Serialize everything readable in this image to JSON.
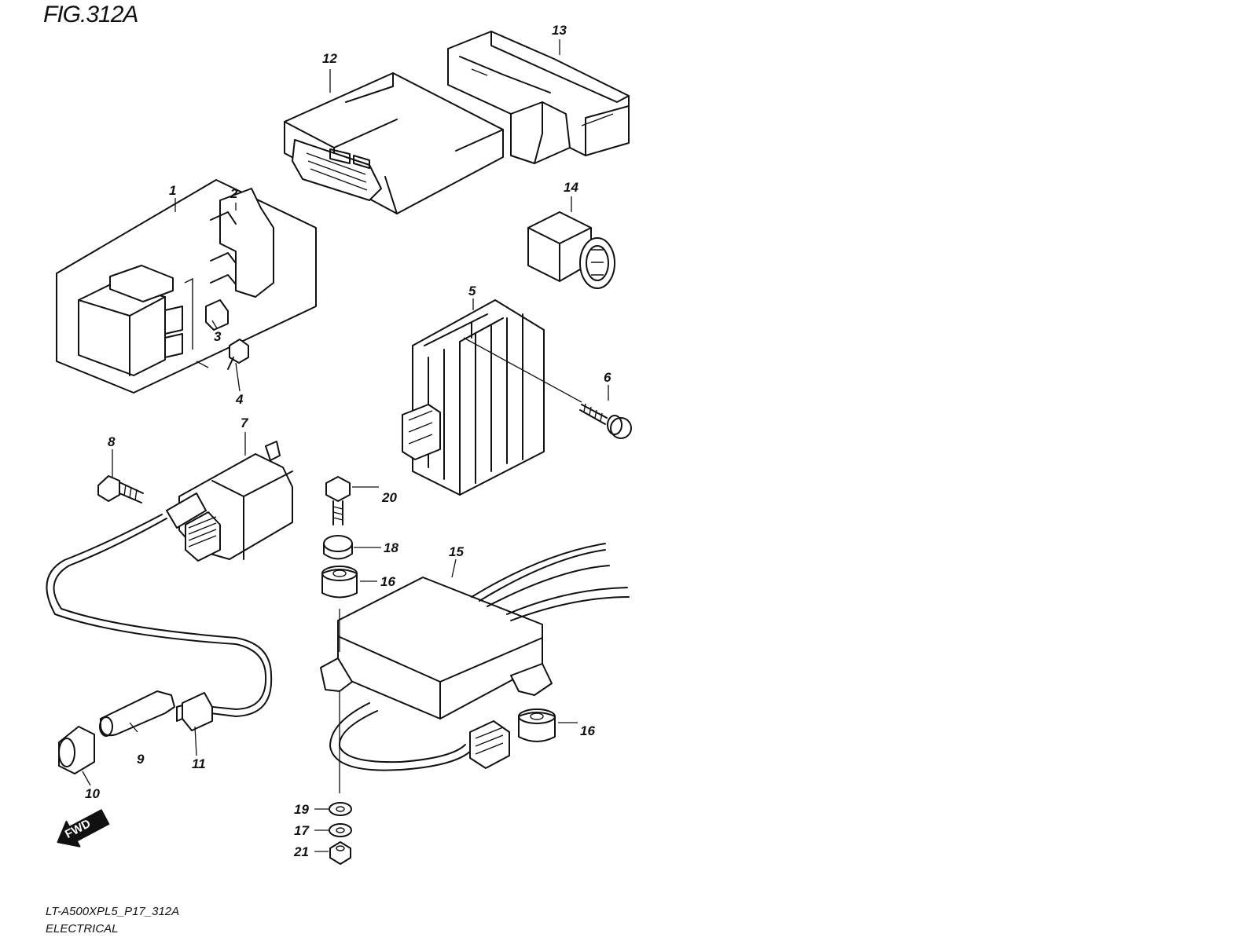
{
  "figure": {
    "title": "FIG.312A",
    "footer_code": "LT-A500XPL5_P17_312A",
    "footer_section": "ELECTRICAL",
    "direction_label": "FWD"
  },
  "callouts": [
    {
      "id": "1",
      "label": "1"
    },
    {
      "id": "2",
      "label": "2"
    },
    {
      "id": "3",
      "label": "3"
    },
    {
      "id": "4",
      "label": "4"
    },
    {
      "id": "5",
      "label": "5"
    },
    {
      "id": "6",
      "label": "6"
    },
    {
      "id": "7",
      "label": "7"
    },
    {
      "id": "8",
      "label": "8"
    },
    {
      "id": "9",
      "label": "9"
    },
    {
      "id": "10",
      "label": "10"
    },
    {
      "id": "11",
      "label": "11"
    },
    {
      "id": "12",
      "label": "12"
    },
    {
      "id": "13",
      "label": "13"
    },
    {
      "id": "14",
      "label": "14"
    },
    {
      "id": "15",
      "label": "15"
    },
    {
      "id": "16a",
      "label": "16"
    },
    {
      "id": "16b",
      "label": "16"
    },
    {
      "id": "17",
      "label": "17"
    },
    {
      "id": "18",
      "label": "18"
    },
    {
      "id": "19",
      "label": "19"
    },
    {
      "id": "20",
      "label": "20"
    },
    {
      "id": "21",
      "label": "21"
    }
  ]
}
